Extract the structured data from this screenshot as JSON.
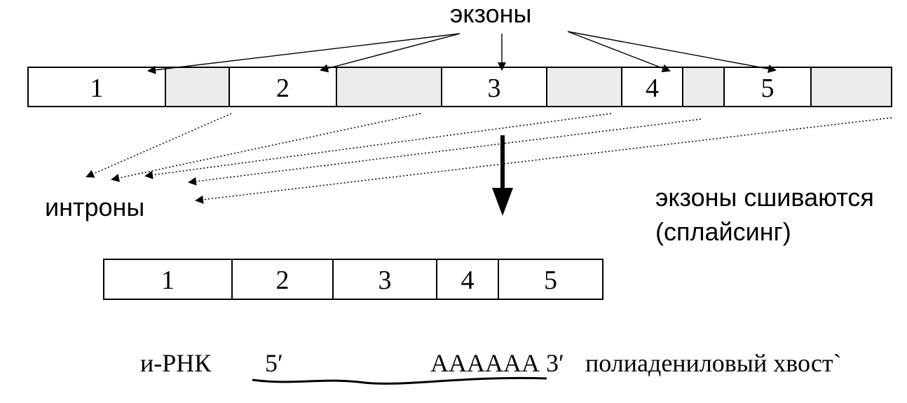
{
  "labels": {
    "exons": "экзоны",
    "introns": "интроны",
    "splicing_line1": "экзоны сшиваются",
    "splicing_line2": "(сплайсинг)",
    "mrna": "и-РНК",
    "five_prime": "5′",
    "poly_a": "АААААА 3′",
    "poly_a_tail": "полиаденилoвый хвост`"
  },
  "pre_mrna": {
    "segments": [
      {
        "type": "exon",
        "label": "1"
      },
      {
        "type": "intron",
        "label": ""
      },
      {
        "type": "exon",
        "label": "2"
      },
      {
        "type": "intron",
        "label": ""
      },
      {
        "type": "exon",
        "label": "3"
      },
      {
        "type": "intron",
        "label": ""
      },
      {
        "type": "exon",
        "label": "4"
      },
      {
        "type": "intron",
        "label": ""
      },
      {
        "type": "exon",
        "label": "5"
      },
      {
        "type": "intron",
        "label": ""
      }
    ]
  },
  "mature_mrna": {
    "segments": [
      "1",
      "2",
      "3",
      "4",
      "5"
    ]
  },
  "colors": {
    "exon_fill": "#ffffff",
    "intron_fill": "#ececec",
    "line": "#000000"
  }
}
